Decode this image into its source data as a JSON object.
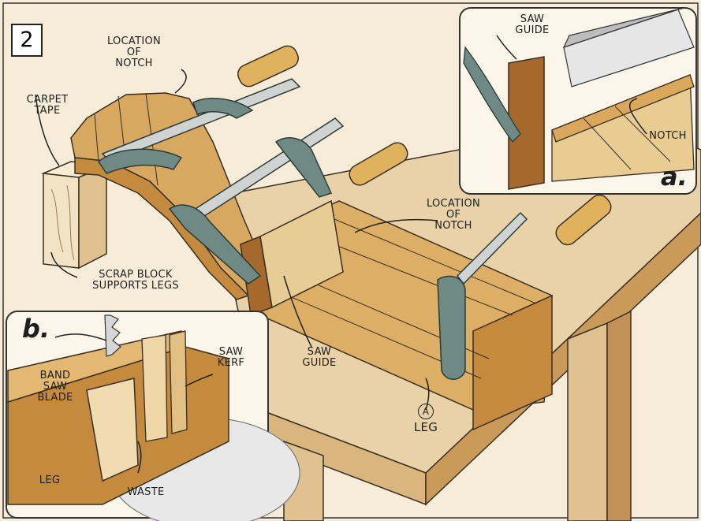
{
  "figure": {
    "number": "2",
    "labels": {
      "location_of_notch_top": [
        "LOCATION",
        "OF",
        "NOTCH"
      ],
      "carpet_tape": [
        "CARPET",
        "TAPE"
      ],
      "scrap_block": [
        "SCRAP BLOCK",
        "SUPPORTS LEGS"
      ],
      "location_of_notch_mid": [
        "LOCATION",
        "OF",
        "NOTCH"
      ],
      "saw_guide_main": [
        "SAW",
        "GUIDE"
      ],
      "leg_marker": "A",
      "leg_main": "LEG"
    }
  },
  "inset_a": {
    "letter": "a.",
    "labels": {
      "saw_guide": [
        "SAW",
        "GUIDE"
      ],
      "notch": "NOTCH"
    }
  },
  "inset_b": {
    "letter": "b.",
    "labels": {
      "band_saw_blade": [
        "BAND",
        "SAW",
        "BLADE"
      ],
      "saw_kerf": [
        "SAW",
        "KERF"
      ],
      "leg": "LEG",
      "waste": "WASTE"
    }
  }
}
